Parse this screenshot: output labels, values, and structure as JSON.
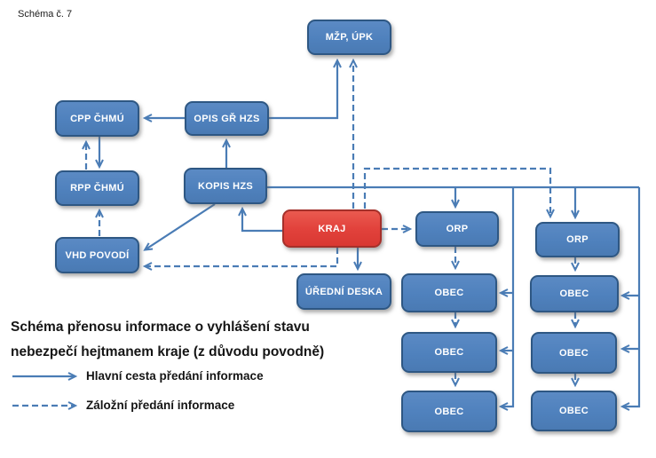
{
  "schema_label": "Schéma č. 7",
  "nodes": [
    {
      "id": "mzp-upk",
      "label": "MŽP, ÚPK"
    },
    {
      "id": "cpp-chmu",
      "label": "CPP ČHMÚ"
    },
    {
      "id": "opis-gr-hzs",
      "label": "OPIS GŘ HZS"
    },
    {
      "id": "rpp-chmu",
      "label": "RPP ČHMÚ"
    },
    {
      "id": "kopis-hzs",
      "label": "KOPIS HZS"
    },
    {
      "id": "vhd-povodi",
      "label": "VHD POVODÍ"
    },
    {
      "id": "kraj",
      "label": "KRAJ"
    },
    {
      "id": "uredni-deska",
      "label": "ÚŘEDNÍ DESKA"
    },
    {
      "id": "orp-1",
      "label": "ORP"
    },
    {
      "id": "orp-2",
      "label": "ORP"
    },
    {
      "id": "obec-l1",
      "label": "OBEC"
    },
    {
      "id": "obec-l2",
      "label": "OBEC"
    },
    {
      "id": "obec-l3",
      "label": "OBEC"
    },
    {
      "id": "obec-r1",
      "label": "OBEC"
    },
    {
      "id": "obec-r2",
      "label": "OBEC"
    },
    {
      "id": "obec-r3",
      "label": "OBEC"
    }
  ],
  "caption": {
    "line1": "Schéma přenosu informace o vyhlášení stavu",
    "line2": "nebezpečí hejtmanem kraje (z důvodu  povodně)"
  },
  "legend": [
    {
      "style": "solid",
      "label": "Hlavní cesta předání informace"
    },
    {
      "style": "dashed",
      "label": "Záložní předání informace"
    }
  ],
  "colors": {
    "node_fill": "#4f81bd",
    "node_border": "#2e5783",
    "highlight_fill": "#e2423c",
    "highlight_border": "#a5302a",
    "line": "#4a7cb5",
    "text": "#151515"
  },
  "connections": {
    "main": [
      "KRAJ→KOPIS HZS",
      "KOPIS HZS→OPIS GŘ HZS",
      "OPIS GŘ HZS→CPP ČHMÚ",
      "OPIS GŘ HZS→MŽP, ÚPK",
      "CPP ČHMÚ→RPP ČHMÚ",
      "KOPIS HZS→VHD POVODÍ",
      "KRAJ→ÚŘEDNÍ DESKA",
      "KOPIS HZS→ORP(1)",
      "KOPIS HZS→ORP(2)",
      "KOPIS HZS→OBEC(levý sloupec ×3)",
      "KOPIS HZS→OBEC(pravý sloupec ×3)"
    ],
    "backup": [
      "RPP ČHMÚ→CPP ČHMÚ",
      "VHD POVODÍ→RPP ČHMÚ",
      "KRAJ→MŽP, ÚPK",
      "KRAJ→ORP(1)",
      "KRAJ→ORP(2)",
      "KRAJ→VHD POVODÍ",
      "ORP(1)→OBEC→OBEC→OBEC",
      "ORP(2)→OBEC→OBEC→OBEC"
    ]
  }
}
